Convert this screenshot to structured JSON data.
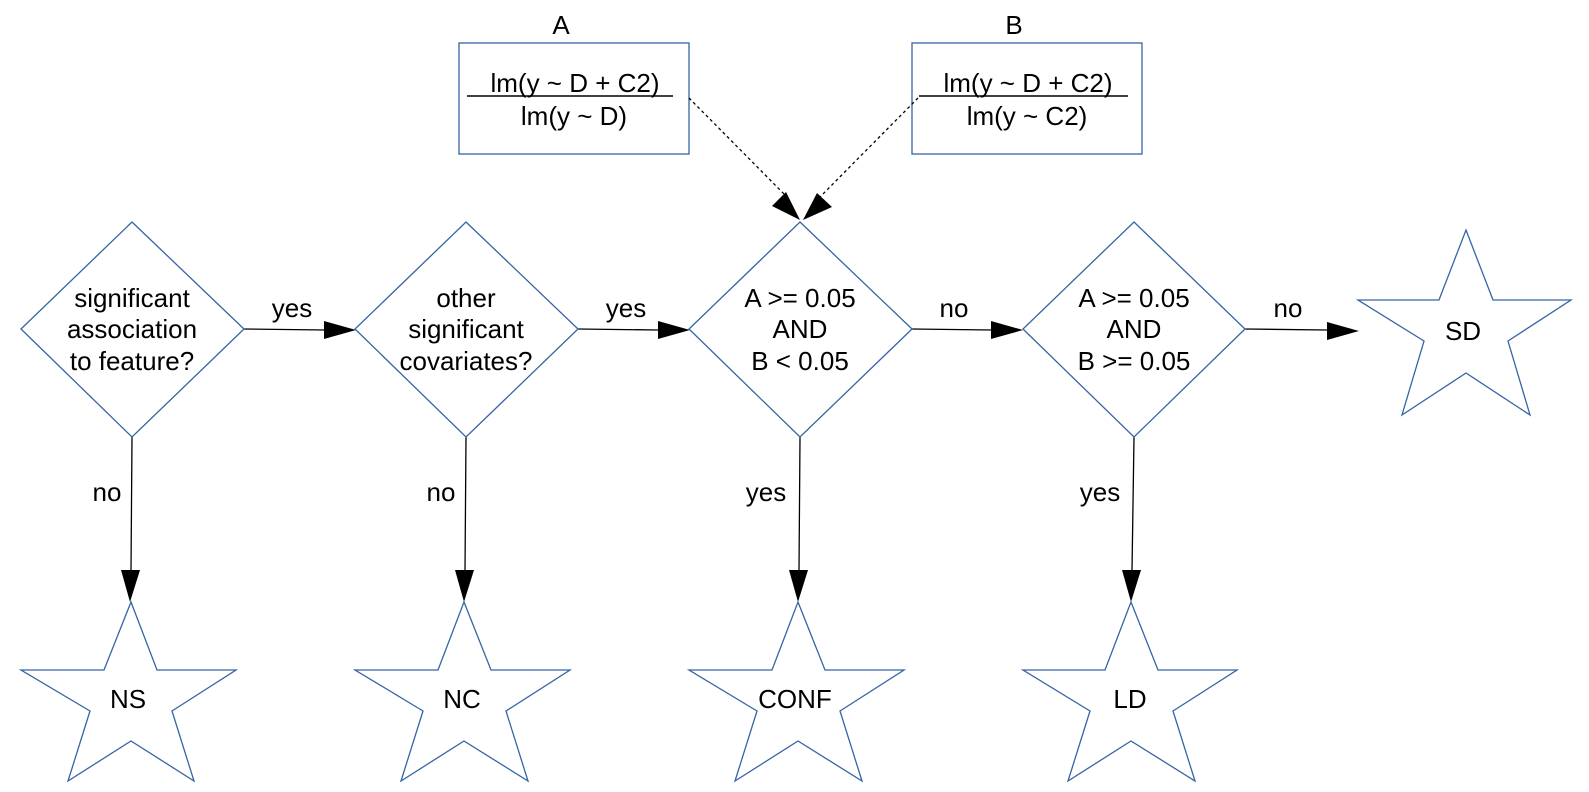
{
  "colors": {
    "shape_stroke": "#3465a4",
    "edge": "#000000",
    "background": "#ffffff"
  },
  "box_a": {
    "title": "A",
    "numerator": "lm(y ~ D + C2)",
    "denominator": "lm(y ~ D)"
  },
  "box_b": {
    "title": "B",
    "numerator": "lm(y ~ D + C2)",
    "denominator": "lm(y ~ C2)"
  },
  "decisions": [
    {
      "id": "d1",
      "lines": [
        "significant",
        "association",
        "to feature?"
      ]
    },
    {
      "id": "d2",
      "lines": [
        "other",
        "significant",
        "covariates?"
      ]
    },
    {
      "id": "d3",
      "lines": [
        "A >= 0.05",
        "AND",
        "B < 0.05"
      ]
    },
    {
      "id": "d4",
      "lines": [
        "A >= 0.05",
        "AND",
        "B >= 0.05"
      ]
    }
  ],
  "outcomes": [
    {
      "id": "ns",
      "label": "NS"
    },
    {
      "id": "nc",
      "label": "NC"
    },
    {
      "id": "conf",
      "label": "CONF"
    },
    {
      "id": "ld",
      "label": "LD"
    },
    {
      "id": "sd",
      "label": "SD"
    }
  ],
  "edges": [
    {
      "from": "d1",
      "to": "d2",
      "label": "yes"
    },
    {
      "from": "d2",
      "to": "d3",
      "label": "yes"
    },
    {
      "from": "d3",
      "to": "d4",
      "label": "no"
    },
    {
      "from": "d4",
      "to": "sd",
      "label": "no"
    },
    {
      "from": "d1",
      "to": "ns",
      "label": "no"
    },
    {
      "from": "d2",
      "to": "nc",
      "label": "no"
    },
    {
      "from": "d3",
      "to": "conf",
      "label": "yes"
    },
    {
      "from": "d4",
      "to": "ld",
      "label": "yes"
    },
    {
      "from": "box_a",
      "to": "d3",
      "label": ""
    },
    {
      "from": "box_b",
      "to": "d3",
      "label": ""
    }
  ]
}
